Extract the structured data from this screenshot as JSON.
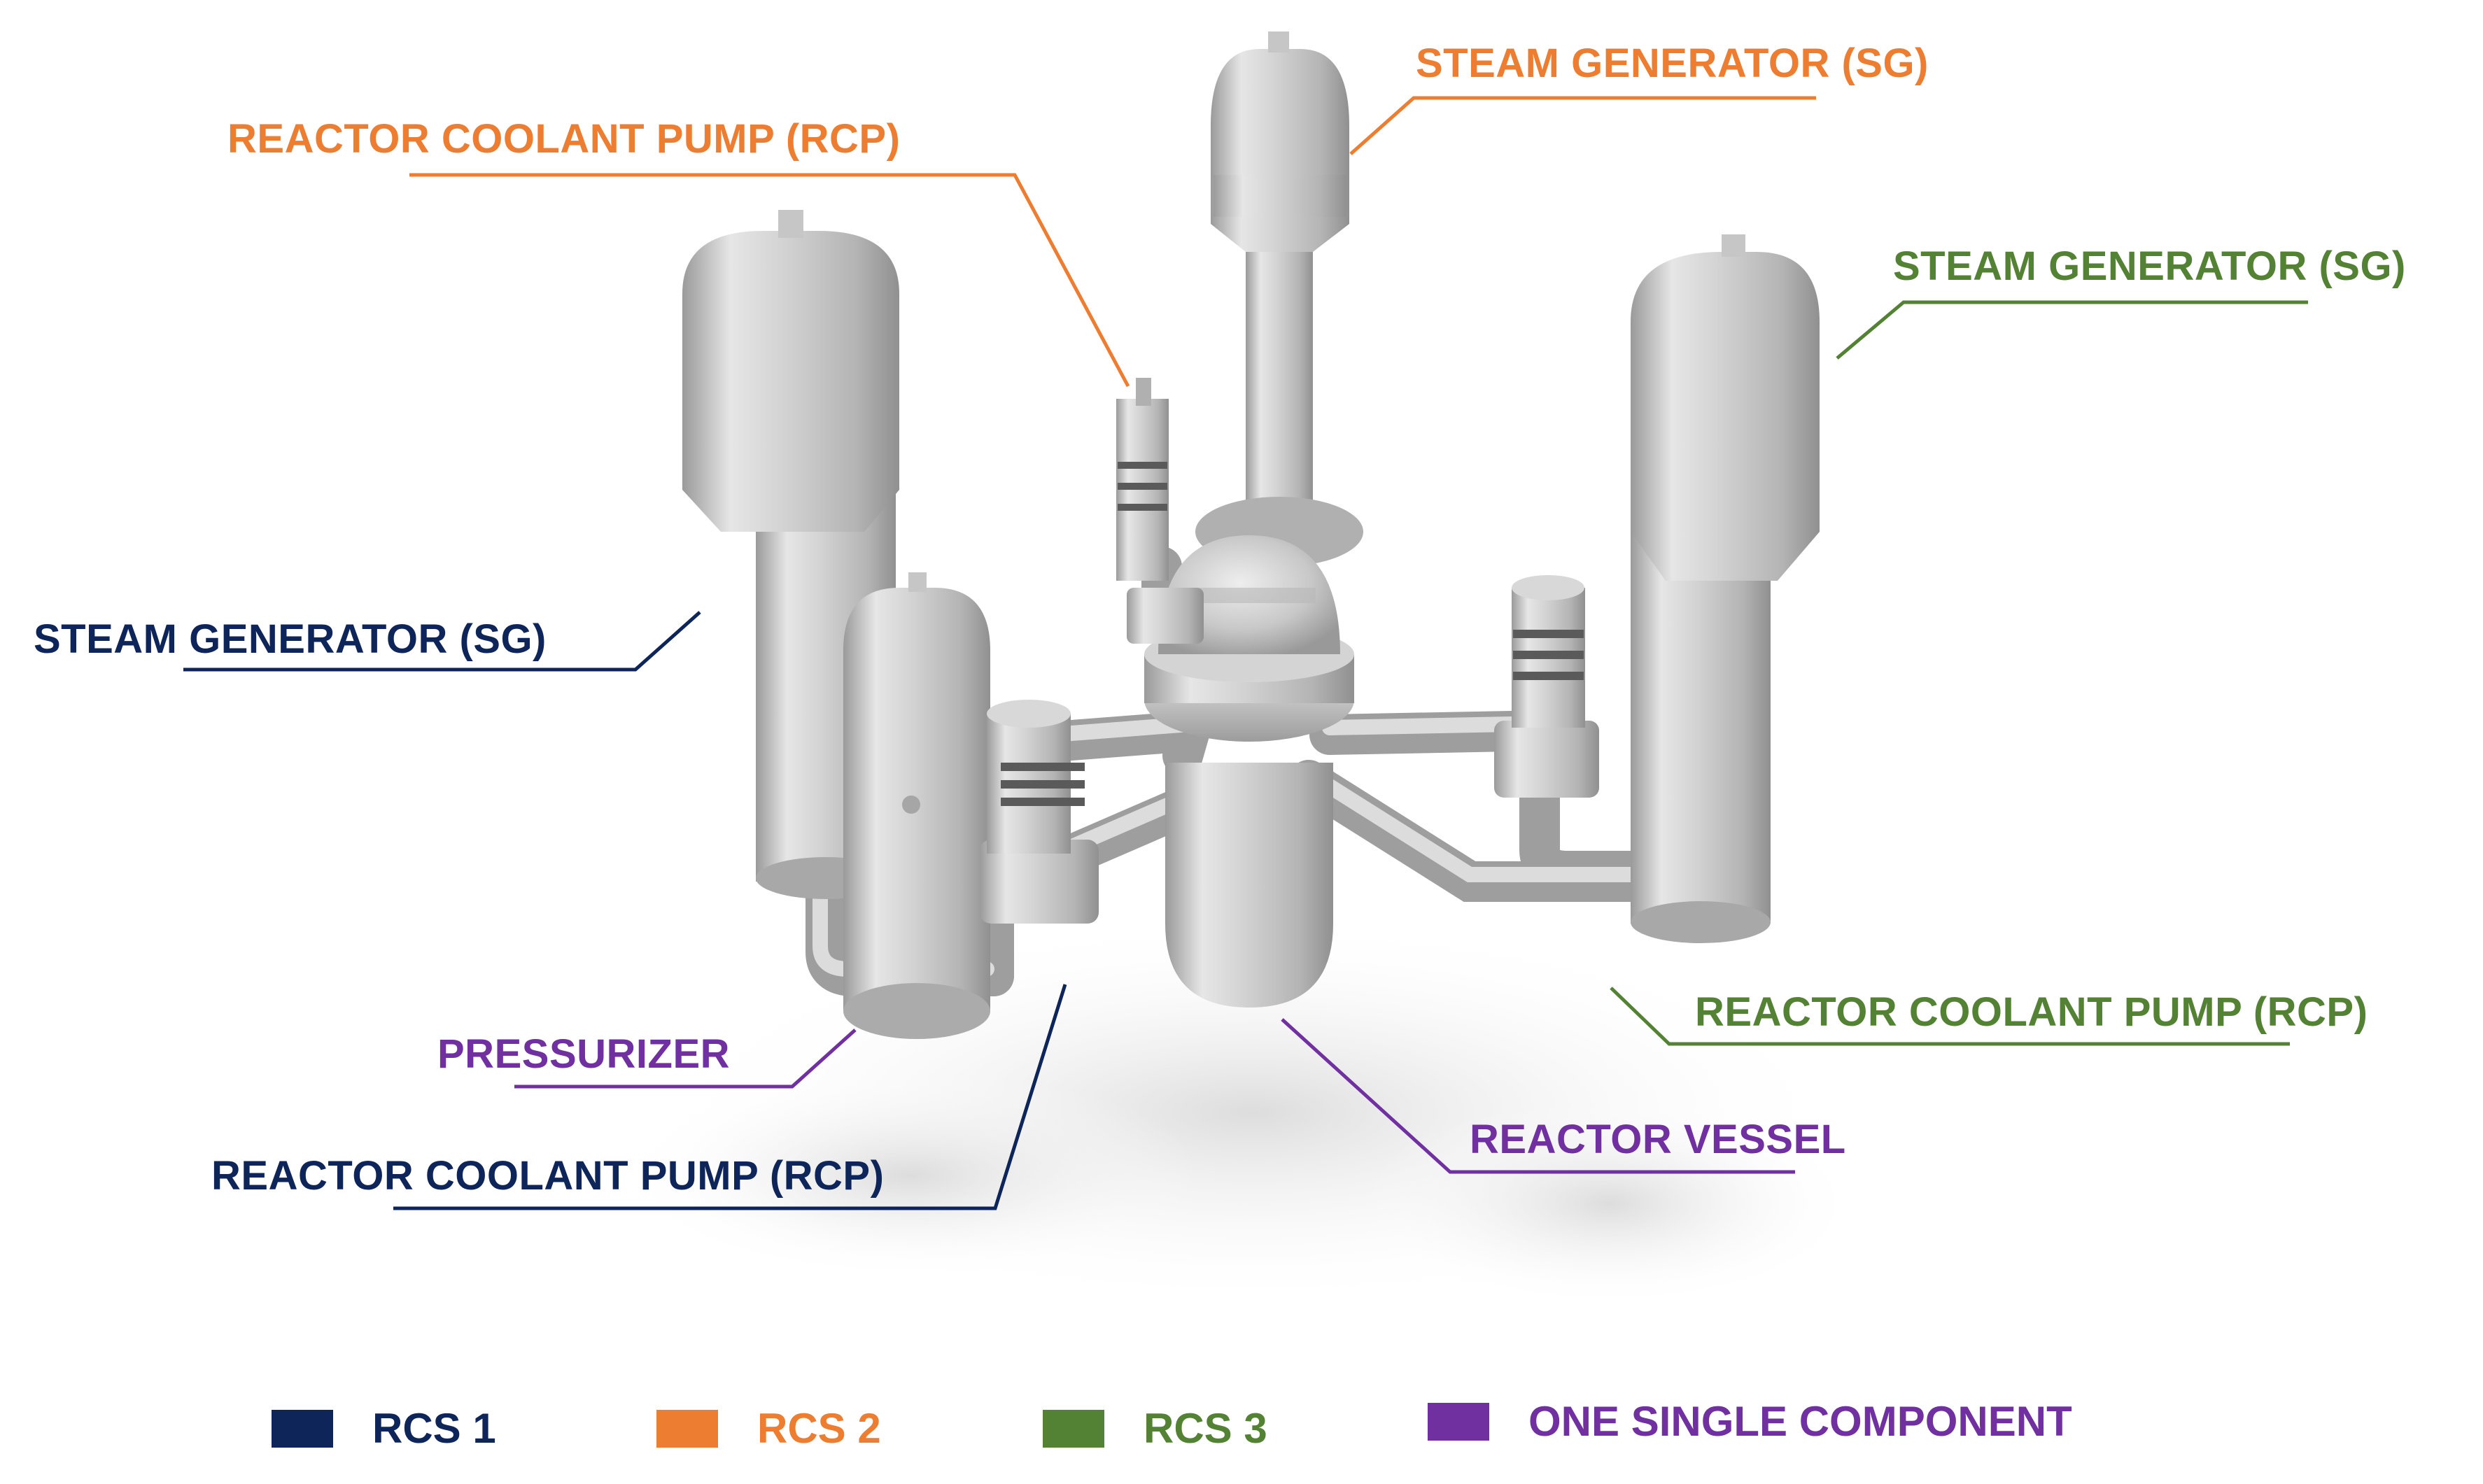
{
  "colors": {
    "rcs1": "#0d2559",
    "rcs2": "#ed7d31",
    "rcs3": "#548235",
    "single": "#7030a0",
    "component_light": "#e2e2e2",
    "component_mid": "#bdbdbd",
    "component_dark": "#8e8e8e"
  },
  "callouts": {
    "sg_top": "STEAM GENERATOR (SG)",
    "rcp_top": "REACTOR COOLANT PUMP (RCP)",
    "sg_right": "STEAM GENERATOR (SG)",
    "sg_left": "STEAM GENERATOR (SG)",
    "pressurizer": "PRESSURIZER",
    "rcp_bottom": "REACTOR COOLANT PUMP (RCP)",
    "vessel": "REACTOR VESSEL",
    "rcp_right": "REACTOR COOLANT PUMP (RCP)"
  },
  "legend": {
    "rcs1": "RCS 1",
    "rcs2": "RCS 2",
    "rcs3": "RCS 3",
    "single": "ONE SINGLE COMPONENT"
  }
}
